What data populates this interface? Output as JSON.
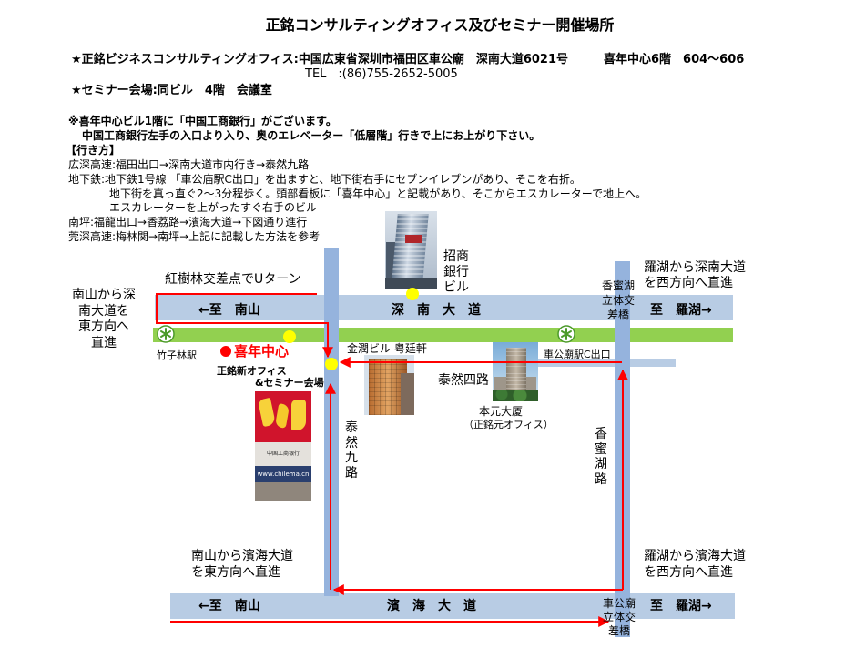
{
  "title": "正銘コンサルティングオフィス及びセミナー開催場所",
  "header": {
    "office": "★正銘ビジネスコンサルティングオフィス:中国広東省深圳市福田区車公廟　深南大道6021号　　　喜年中心6階　604～606",
    "tel": "TEL　:(86)755-2652-5005",
    "seminar": "★セミナー会場:同ビル　4階　会議室"
  },
  "notes": [
    "※喜年中心ビル1階に「中国工商銀行」がございます。",
    "中国工商銀行左手の入口より入り、奥のエレベーター「低層階」行きで上にお上がり下さい。"
  ],
  "directions": {
    "heading": "【行き方】",
    "lines": [
      "広深高速:福田出口→深南大道市内行き→泰然九路",
      "地下鉄:地下鉄1号線 「車公庙駅C出口」を出ますと、地下街右手にセブンイレブンがあり、そこを右折。",
      "地下街を真っ直ぐ2～3分程歩く。頭部看板に「喜年中心」と記載があり、そこからエスカレーターで地上へ。",
      "エスカレーターを上がったすぐ右手のビル",
      "南坪:福龍出口→香荔路→濱海大道→下図通り進行",
      "莞深高速:梅林関→南坪→上記に記載した方法を参考"
    ]
  },
  "map": {
    "shennan_road": {
      "name": "深　南　大　道",
      "west": "←至　南山",
      "east": "至　羅湖→"
    },
    "binhai_road": {
      "name": "濱　海　大　道",
      "west": "←至　南山",
      "east": "至　羅湖→"
    },
    "tairan9_road": "泰然九路",
    "xiangmihu_road": "香蜜湖路",
    "tairan4_road": "泰然四路",
    "uturn": "紅樹林交差点でUターン",
    "from_nanshan_shennan": [
      "南山から深",
      "南大道を",
      "東方向へ",
      "直進"
    ],
    "from_luohu_shennan": [
      "羅湖から深南大道",
      "を西方向へ直進"
    ],
    "from_nanshan_binhai": [
      "南山から濱海大道",
      "を東方向へ直進"
    ],
    "from_luohu_binhai": [
      "羅湖から濱海大道",
      "を西方向へ直進"
    ],
    "xiangmihu_interchange": [
      "香蜜湖",
      "立体交",
      "差橋"
    ],
    "chegongmiao_interchange": [
      "車公廟",
      "立体交",
      "差橋"
    ],
    "cmb_building": [
      "招商",
      "銀行",
      "ビル"
    ],
    "zhuzilin_station": "竹子林駅",
    "chegongmiao_exit": "車公廟駅C出口",
    "destination": "喜年中心",
    "new_office": "正銘新オフィス",
    "seminar_venue": "&セミナー会場",
    "jinrun_building": "金潤ビル 粤廷軒",
    "benyuan_building": "本元大厦",
    "benyuan_note": "（正銘元オフィス）",
    "photo_sign": {
      "bank": "中国工商银行",
      "web": "www.chilema.cn"
    }
  },
  "icons": {
    "metro": "metro-icon",
    "marker": "location-marker-icon",
    "destination": "destination-dot-icon",
    "route_arrow": "arrow-icon"
  },
  "colors": {
    "road": "#b8cce4",
    "road_vertical": "#95b3dd",
    "subway": "#92d050",
    "route": "#ff0000",
    "marker": "#ffff00",
    "destination": "#ff0000"
  }
}
